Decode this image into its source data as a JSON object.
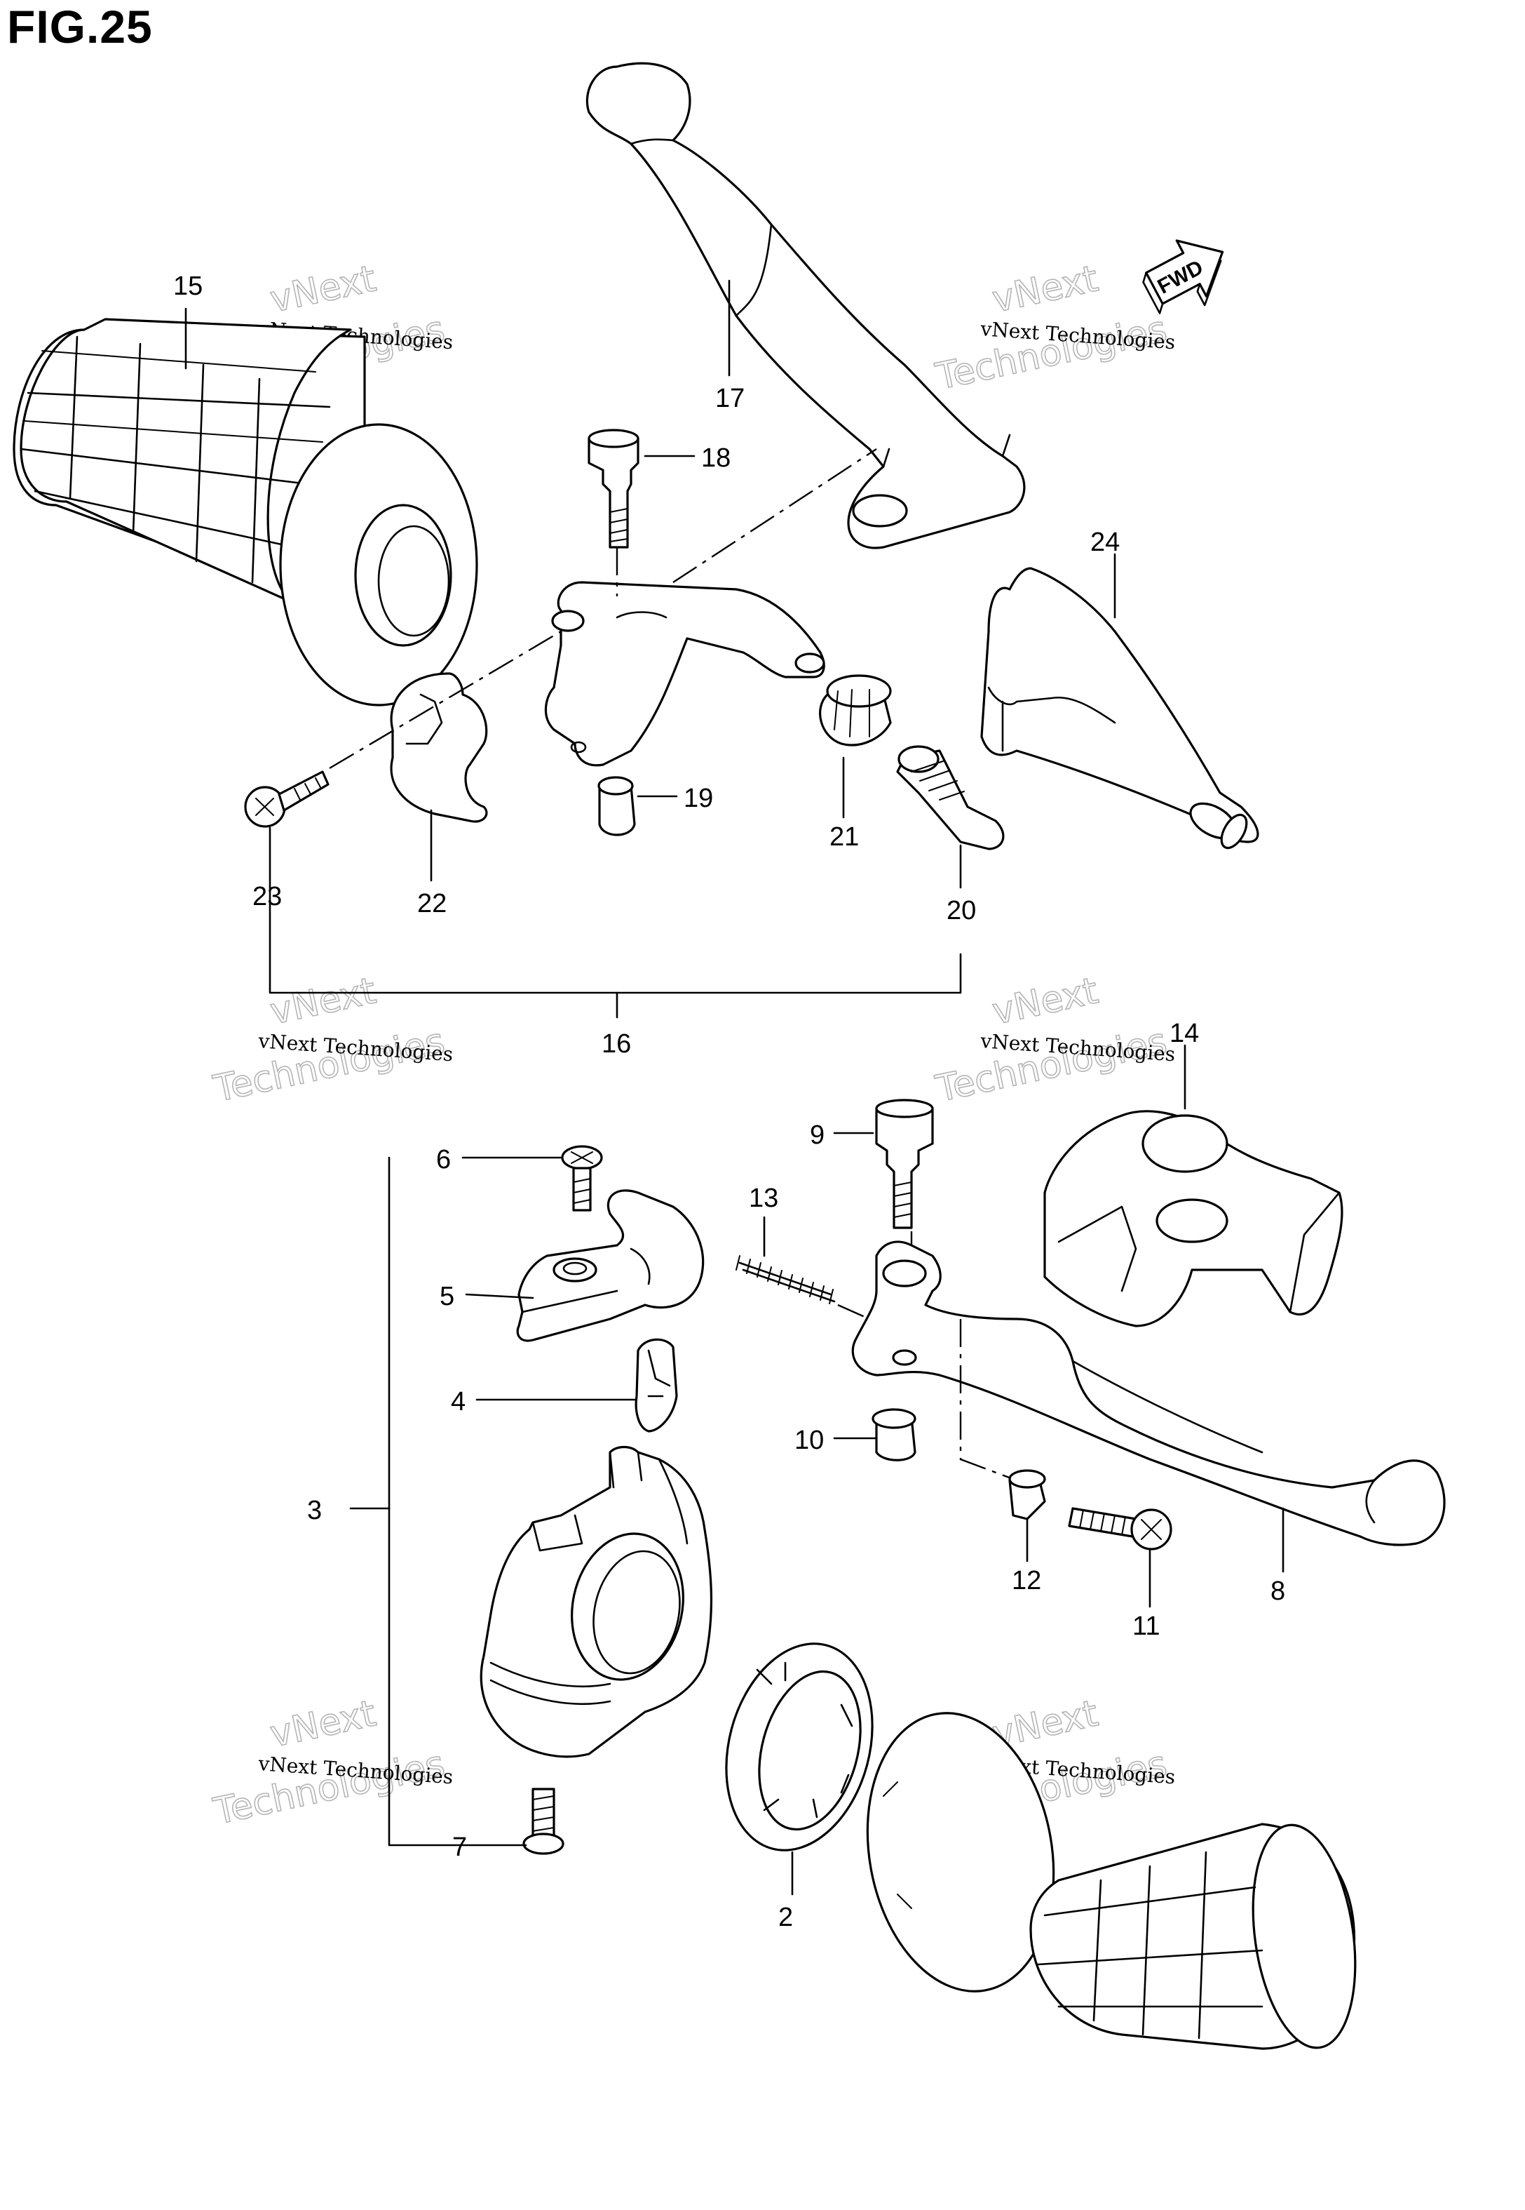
{
  "figure": {
    "title": "FIG.25"
  },
  "fwd_label": "FWD",
  "watermark": {
    "line1": "vNext Technologies",
    "big_top": "vNext",
    "big_bottom": "Technologies"
  },
  "callouts": {
    "n2": "2",
    "n3": "3",
    "n4": "4",
    "n5": "5",
    "n6": "6",
    "n7": "7",
    "n8": "8",
    "n9": "9",
    "n10": "10",
    "n11": "11",
    "n12": "12",
    "n13": "13",
    "n14": "14",
    "n15": "15",
    "n16": "16",
    "n17": "17",
    "n18": "18",
    "n19": "19",
    "n20": "20",
    "n21": "21",
    "n22": "22",
    "n23": "23",
    "n24": "24"
  }
}
